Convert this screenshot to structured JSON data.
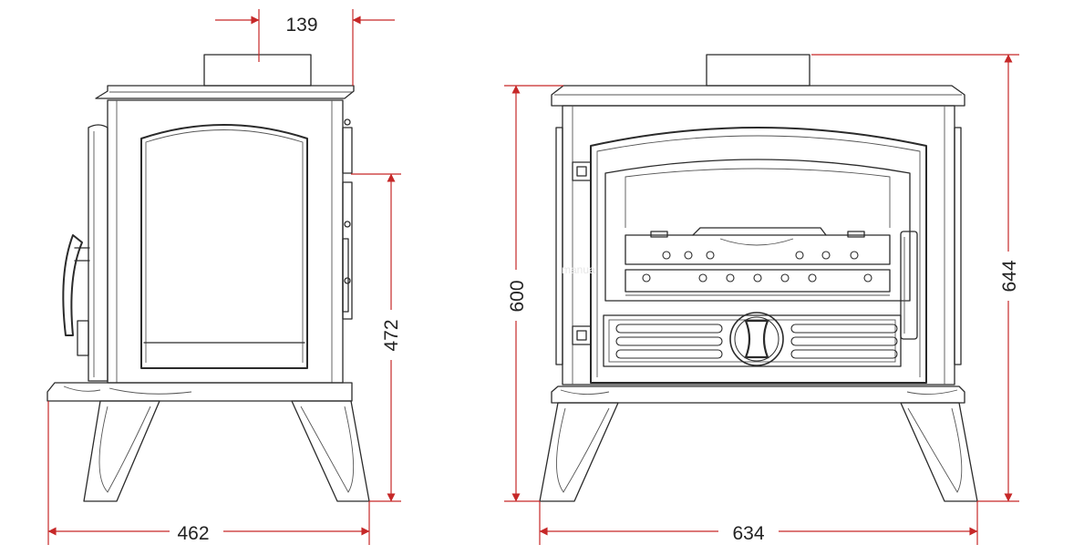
{
  "figure": {
    "views": {
      "side": {
        "dimensions": {
          "flue_offset": "139",
          "flue_height": "472",
          "depth": "462"
        }
      },
      "front": {
        "dimensions": {
          "body_height": "600",
          "overall_height": "644",
          "width": "634"
        }
      }
    },
    "watermark": "manual",
    "colors": {
      "dimension": "#c62828",
      "line": "#2b2b2b"
    }
  }
}
